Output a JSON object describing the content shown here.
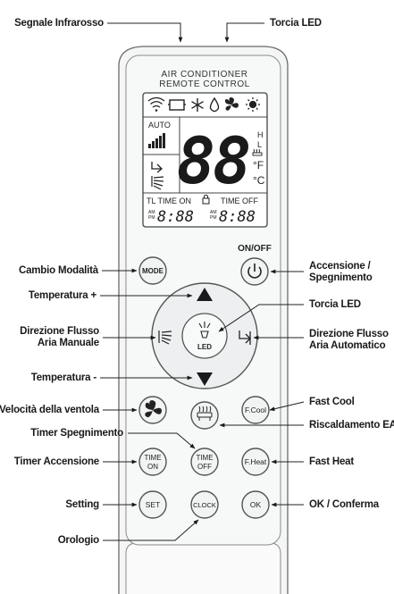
{
  "remote": {
    "header_line1": "AIR  CONDITIONER",
    "header_line2": "REMOTE CONTROL",
    "display": {
      "auto": "AUTO",
      "digits": "88",
      "unit_h": "H",
      "unit_l": "L",
      "unit_f": "°F",
      "unit_c": "°C",
      "tl_time_on": "TL TIME  ON",
      "time_off": "TIME  OFF",
      "am": "AM",
      "pm": "PM",
      "clock_on": "8:88",
      "clock_off": "8:88"
    },
    "buttons": {
      "on_off_caption": "ON/OFF",
      "mode": "MODE",
      "led": "LED",
      "fcool": "F.Cool",
      "fheat": "F.Heat",
      "time_on_1": "TIME",
      "time_on_2": "ON",
      "time_off_1": "TIME",
      "time_off_2": "OFF",
      "set": "SET",
      "clock": "CLOCK",
      "ok": "OK"
    }
  },
  "callouts": {
    "segnale_infrarosso": "Segnale Infrarosso",
    "torcia_led_top": "Torcia LED",
    "cambio_modalita": "Cambio Modalità",
    "accensione_1": "Accensione /",
    "accensione_2": "Spegnimento",
    "temperatura_plus": "Temperatura +",
    "torcia_led": "Torcia LED",
    "direzione_manuale_1": "Direzione Flusso",
    "direzione_manuale_2": "Aria Manuale",
    "direzione_auto_1": "Direzione Flusso",
    "direzione_auto_2": "Aria Automatico",
    "temperatura_minus": "Temperatura -",
    "fast_cool": "Fast Cool",
    "velocita_ventola": "Velocità della ventola",
    "riscaldamento_ea": "Riscaldamento EA",
    "timer_spegnimento": "Timer Spegnimento",
    "timer_accensione": "Timer Accensione",
    "fast_heat": "Fast Heat",
    "setting": "Setting",
    "ok_conferma": "OK / Conferma",
    "orologio": "Orologio"
  },
  "colors": {
    "remote_body": "#f4f5f5",
    "outline": "#6b6b6b",
    "text": "#1a1a1a"
  }
}
